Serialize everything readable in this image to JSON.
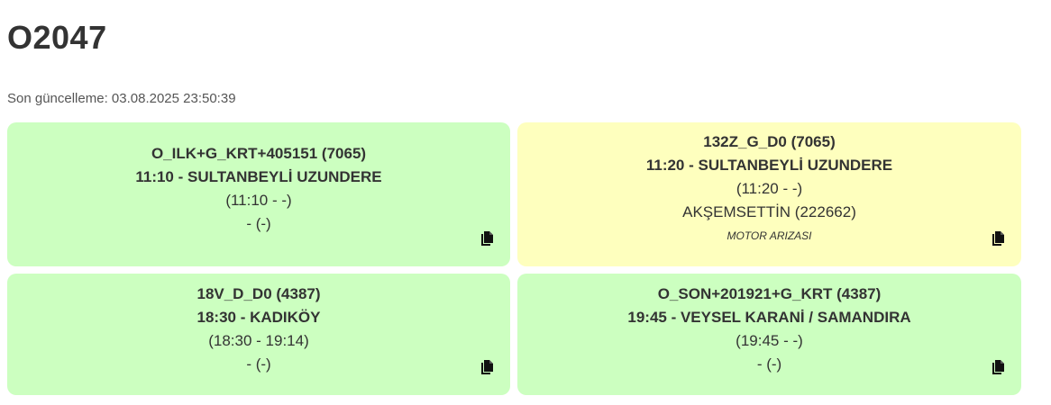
{
  "page": {
    "title": "O2047",
    "last_update": "Son güncelleme: 03.08.2025 23:50:39"
  },
  "colors": {
    "green_card": "#ccffc0",
    "yellow_card": "#feffbe",
    "text": "#333333"
  },
  "cards": [
    {
      "status": "green",
      "code": "O_ILK+G_KRT+405151 (7065)",
      "route": "11:10 - SULTANBEYLİ UZUNDERE",
      "times": "(11:10 - -)",
      "driver": "- (-)",
      "note": "",
      "copy_icon": "copy-icon"
    },
    {
      "status": "yellow",
      "code": "132Z_G_D0 (7065)",
      "route": "11:20 - SULTANBEYLİ UZUNDERE",
      "times": "(11:20 - -)",
      "driver": "AKŞEMSETTİN (222662)",
      "note": "MOTOR ARIZASI",
      "copy_icon": "copy-icon"
    },
    {
      "status": "green",
      "code": "18V_D_D0 (4387)",
      "route": "18:30 - KADIKÖY",
      "times": "(18:30 - 19:14)",
      "driver": "- (-)",
      "note": "",
      "copy_icon": "copy-icon"
    },
    {
      "status": "green",
      "code": "O_SON+201921+G_KRT (4387)",
      "route": "19:45 - VEYSEL KARANİ / SAMANDIRA",
      "times": "(19:45 - -)",
      "driver": "- (-)",
      "note": "",
      "copy_icon": "copy-icon"
    }
  ]
}
